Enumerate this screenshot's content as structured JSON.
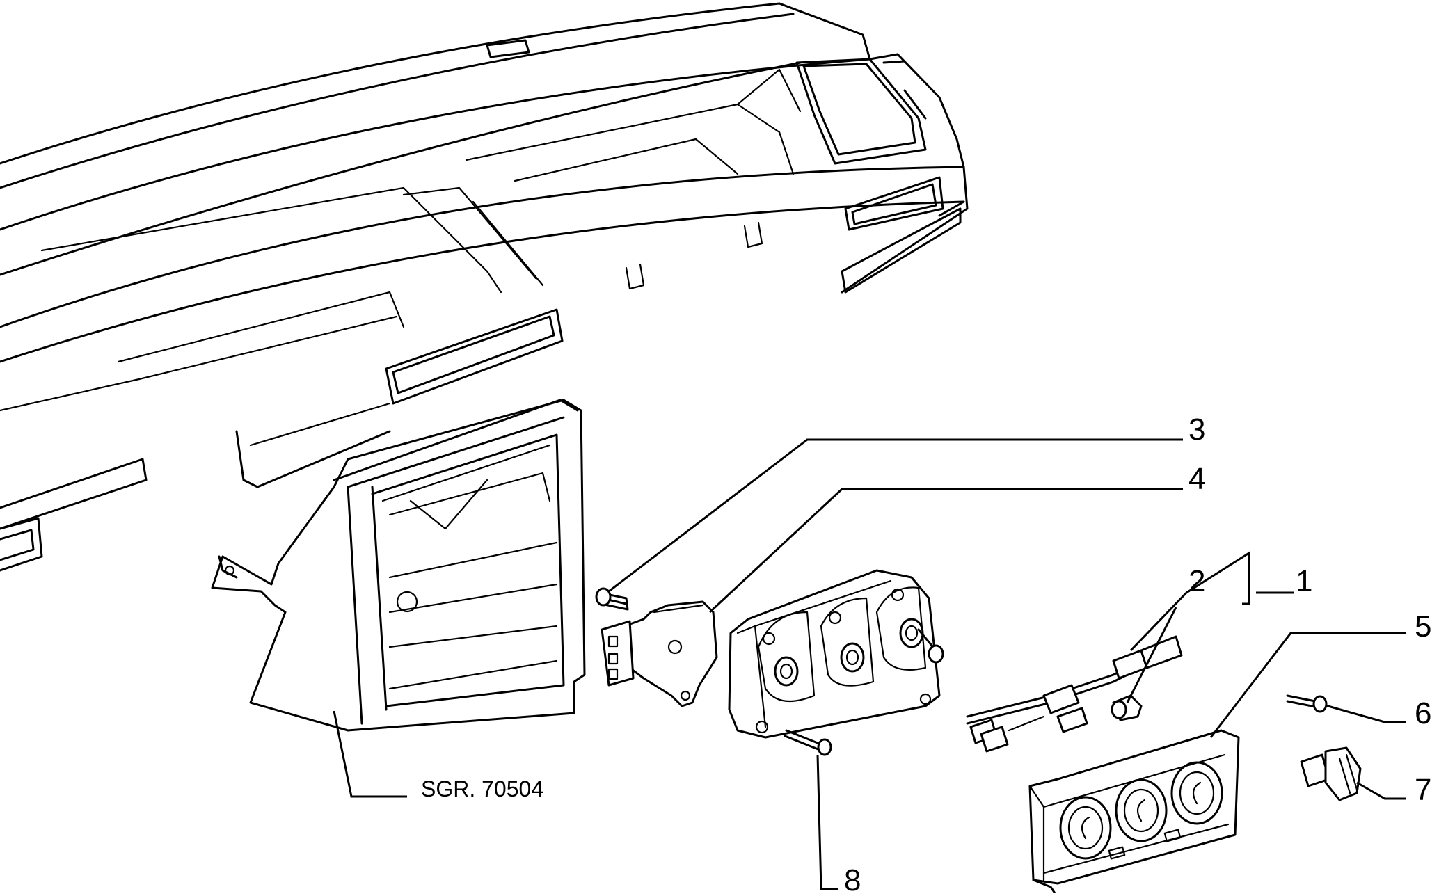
{
  "callouts": {
    "c1": "1",
    "c2": "2",
    "c3": "3",
    "c4": "4",
    "c5": "5",
    "c6": "6",
    "c7": "7",
    "c8": "8"
  },
  "reference": "SGR. 70504",
  "colors": {
    "line": "#000000",
    "background": "#ffffff"
  }
}
